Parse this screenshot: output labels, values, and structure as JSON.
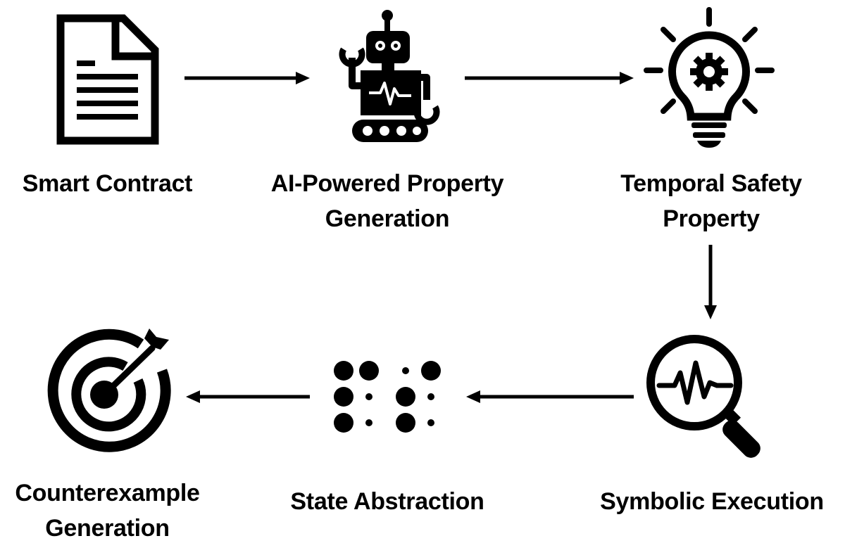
{
  "nodes": {
    "smart_contract": {
      "line1": "Smart Contract",
      "line2": "",
      "icon": "document-icon"
    },
    "ai_property": {
      "line1": "AI-Powered Property",
      "line2": "Generation",
      "icon": "robot-icon"
    },
    "temporal_safety": {
      "line1": "Temporal Safety",
      "line2": "Property",
      "icon": "lightbulb-gear-icon"
    },
    "symbolic_execution": {
      "line1": "Symbolic Execution",
      "line2": "",
      "icon": "magnifier-pulse-icon"
    },
    "state_abstraction": {
      "line1": "State Abstraction",
      "line2": "",
      "icon": "dot-grid-icon"
    },
    "counterexample": {
      "line1": "Counterexample",
      "line2": "Generation",
      "icon": "target-arrow-icon"
    }
  },
  "colors": {
    "ink": "#000000",
    "background": "#ffffff"
  }
}
